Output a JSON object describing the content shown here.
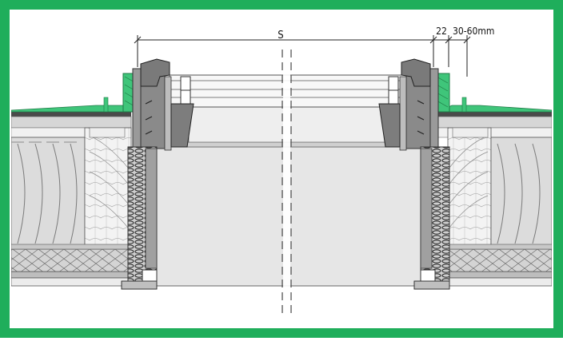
{
  "dimensions": {
    "span_label": "S",
    "frame_width_label": "22",
    "upstand_label": "30-60mm"
  },
  "colors": {
    "border_green": "#1fae5b",
    "flashing_green": "#3fc57a",
    "profile_gray": "#8a8a8a",
    "light_gray": "#d9d9d9"
  }
}
